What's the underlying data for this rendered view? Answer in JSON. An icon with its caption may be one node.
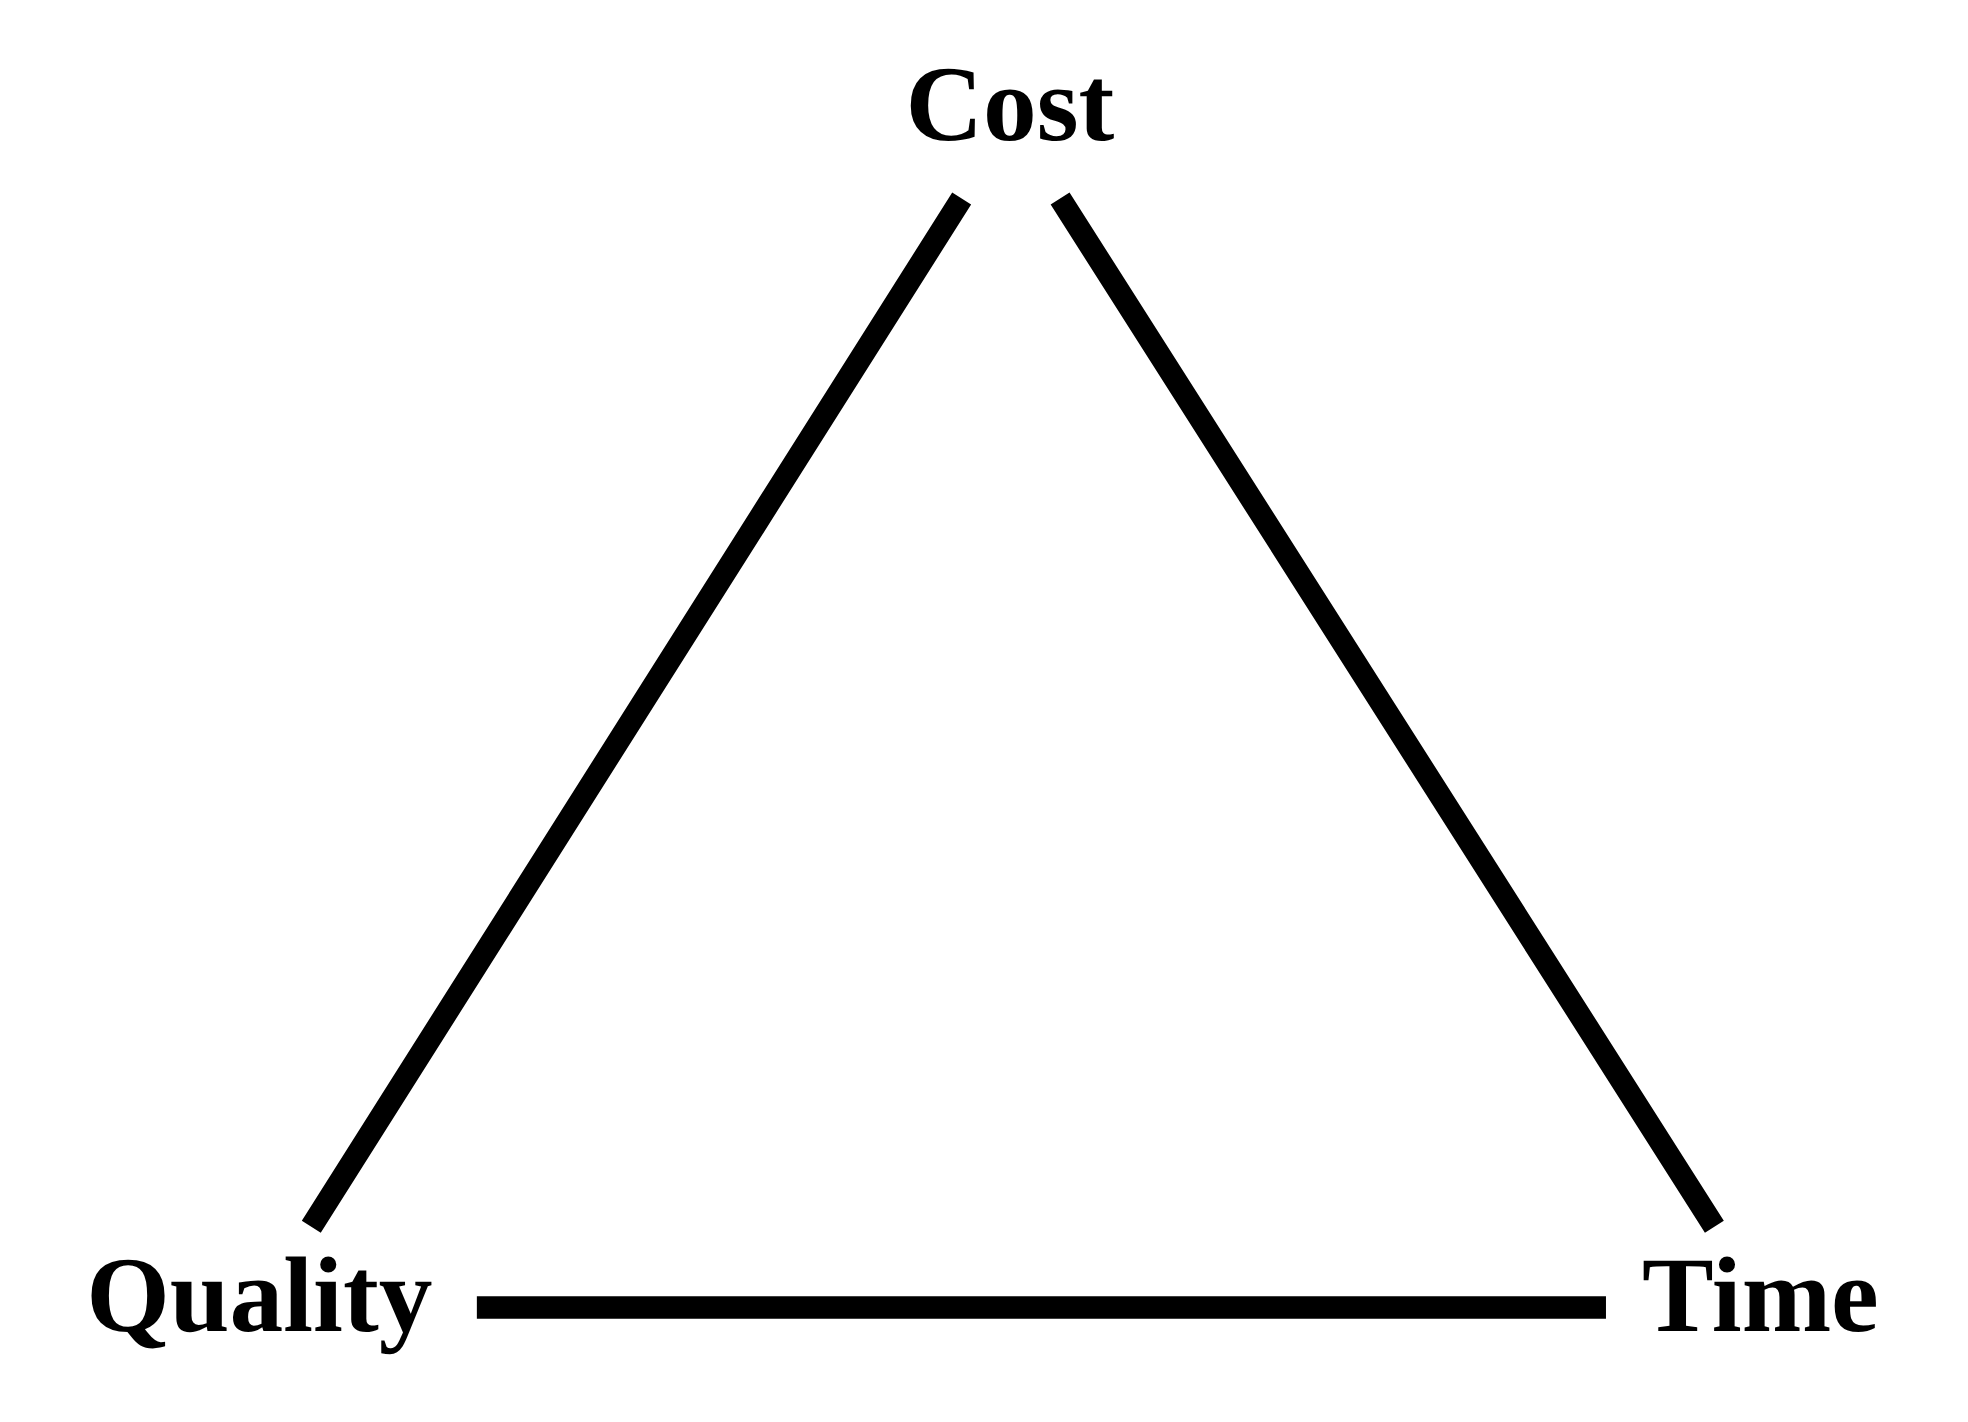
{
  "diagram": {
    "nodes": [
      {
        "text": [
          "Cost"
        ]
      },
      {
        "text": [
          "Quality"
        ]
      },
      {
        "text": [
          "Time"
        ]
      }
    ],
    "edges": [
      {
        "from": 0,
        "to": 1,
        "arrow": "none"
      },
      {
        "from": 1,
        "to": 2,
        "arrow": "none"
      },
      {
        "from": 2,
        "to": 0,
        "arrow": "none"
      }
    ]
  }
}
